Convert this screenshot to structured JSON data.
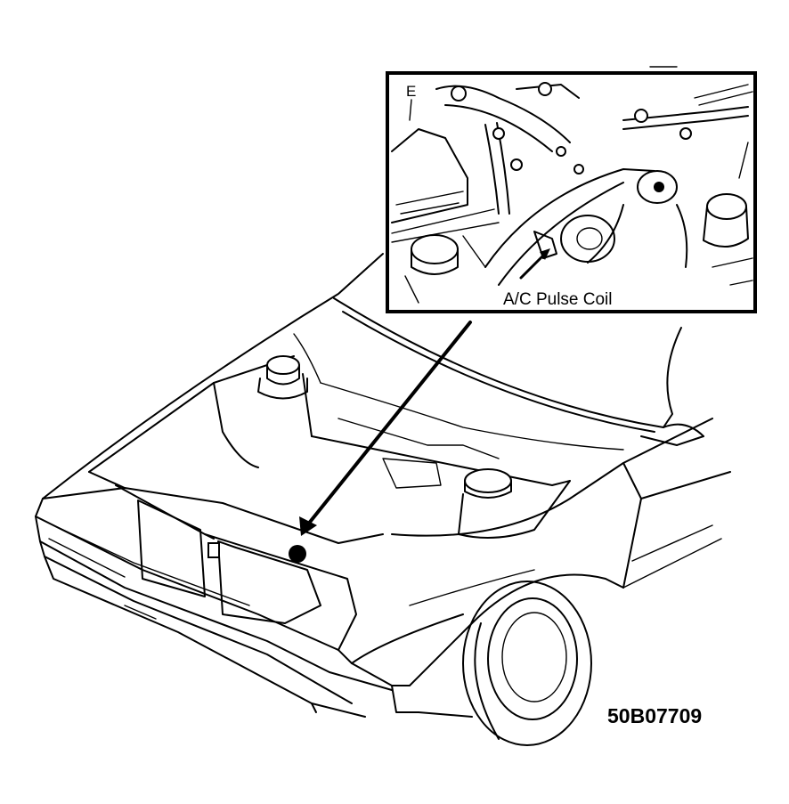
{
  "diagram": {
    "callout_label": "A/C Pulse Coil",
    "inset_marker": "E",
    "figure_code": "50B07709",
    "colors": {
      "ink": "#000000",
      "paper": "#ffffff"
    }
  }
}
